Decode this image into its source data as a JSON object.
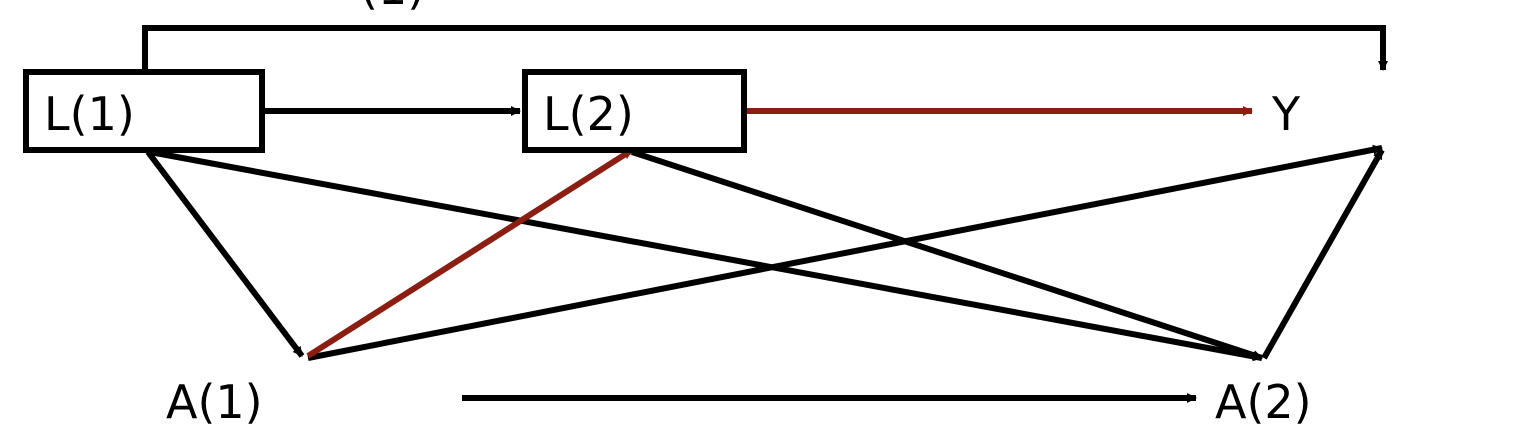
{
  "nodes": {
    "l1": "L(1)",
    "l2": "L(2)",
    "y": "Y",
    "a1": "A(1)",
    "a2": "A(2)"
  },
  "colors": {
    "black_edge": "#000000",
    "red_edge": "#8b1e12",
    "node_border": "#000000",
    "label_text": "#000000"
  }
}
